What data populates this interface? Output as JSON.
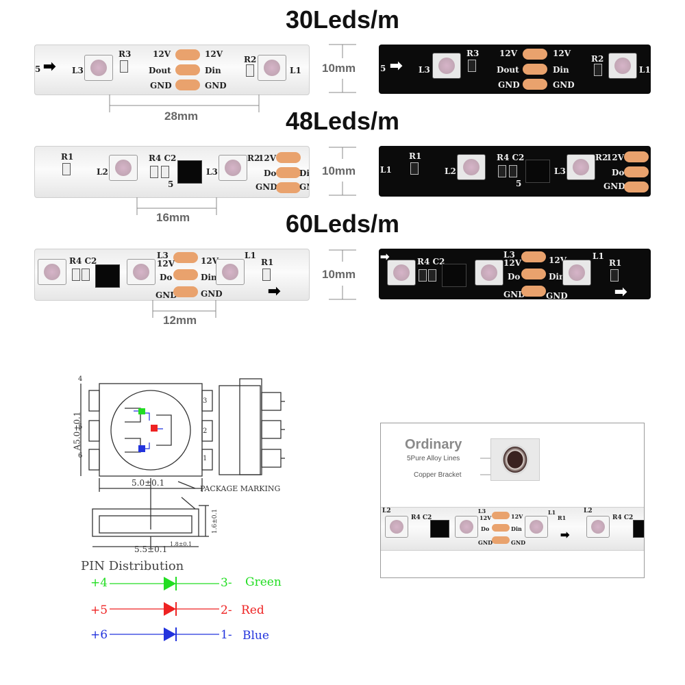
{
  "headings": {
    "s30": "30Leds/m",
    "s48": "48Leds/m",
    "s60": "60Leds/m"
  },
  "dims": {
    "width": "10mm",
    "p30": "28mm",
    "p48": "16mm",
    "p60": "12mm"
  },
  "strip_labels": {
    "v12": "12V",
    "dout": "Dout",
    "din": "Din",
    "gnd": "GND",
    "do": "Do",
    "l1": "L1",
    "l2": "L2",
    "l3": "L3",
    "r1": "R1",
    "r2": "R2",
    "r3": "R3",
    "r4c2": "R4 C2",
    "five": "5",
    "din_cut": "Din",
    "gn_cut": "GN"
  },
  "package": {
    "dim_width": "5.0±0.1",
    "dim_height": "A5.0±0.1",
    "dim_bottom": "5.5±0.1",
    "dim_small": "1.8±0.1",
    "dim_side": "1.6±0.1",
    "marking": "PACKAGE MARKING",
    "pins_left": [
      "4",
      "5",
      "6"
    ],
    "pins_right": [
      "3",
      "2",
      "1"
    ]
  },
  "pin_distribution": {
    "title": "PIN Distribution",
    "rows": [
      {
        "left": "+4",
        "right": "3-",
        "name": "Green",
        "color": "#22dd22"
      },
      {
        "left": "+5",
        "right": "2-",
        "name": "Red",
        "color": "#ee2222"
      },
      {
        "left": "+6",
        "right": "1-",
        "name": "Blue",
        "color": "#2233dd"
      }
    ]
  },
  "ordinary": {
    "title": "Ordinary",
    "line1": "5Pure Alloy Lines",
    "line2": "Copper Bracket"
  },
  "colors": {
    "pad": "#e9a26d",
    "led_red": "#ee2222",
    "led_green": "#22dd22",
    "led_blue": "#2233dd"
  }
}
